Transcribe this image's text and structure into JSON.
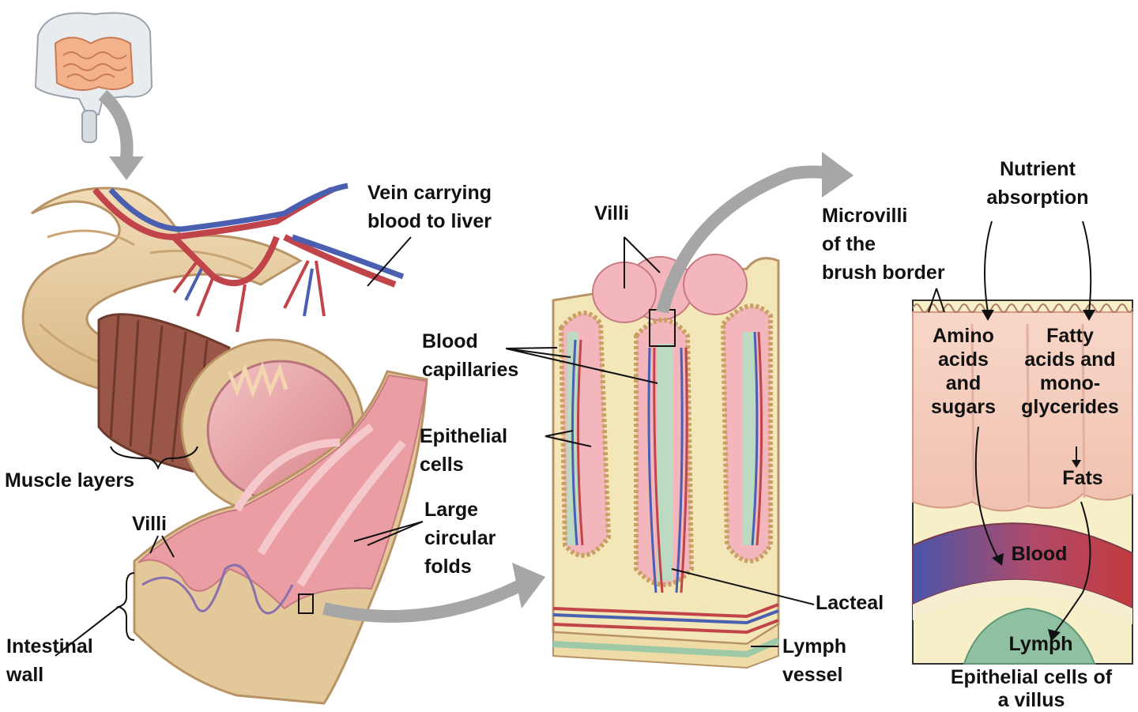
{
  "colors": {
    "artery": "#c0444a",
    "vein": "#4a5fb0",
    "tissue_pink": "#e8a3a8",
    "wall_tan": "#e3c89a",
    "muscle_brown": "#9a5646",
    "lymph_green": "#9ec9a6",
    "arrow_gray": "#a6a6a6"
  },
  "labels": {
    "vein": [
      "Vein carrying",
      "blood to liver"
    ],
    "muscle_layers": "Muscle layers",
    "villi_left": "Villi",
    "intestinal_wall": [
      "Intestinal",
      "wall"
    ],
    "villi_mid": "Villi",
    "blood_capillaries": [
      "Blood",
      "capillaries"
    ],
    "epithelial_cells": [
      "Epithelial",
      "cells"
    ],
    "large_folds": [
      "Large",
      "circular",
      "folds"
    ],
    "lacteal": "Lacteal",
    "lymph_vessel": [
      "Lymph",
      "vessel"
    ],
    "microvilli": [
      "Microvilli",
      "of the",
      "brush border"
    ],
    "nutrient": [
      "Nutrient",
      "absorption"
    ],
    "amino": [
      "Amino",
      "acids",
      "and",
      "sugars"
    ],
    "fatty": [
      "Fatty",
      "acids and",
      "mono-",
      "glycerides"
    ],
    "fats": "Fats",
    "blood": "Blood",
    "lymph": "Lymph",
    "epithelial_villus": [
      "Epithelial cells of",
      "a villus"
    ]
  }
}
